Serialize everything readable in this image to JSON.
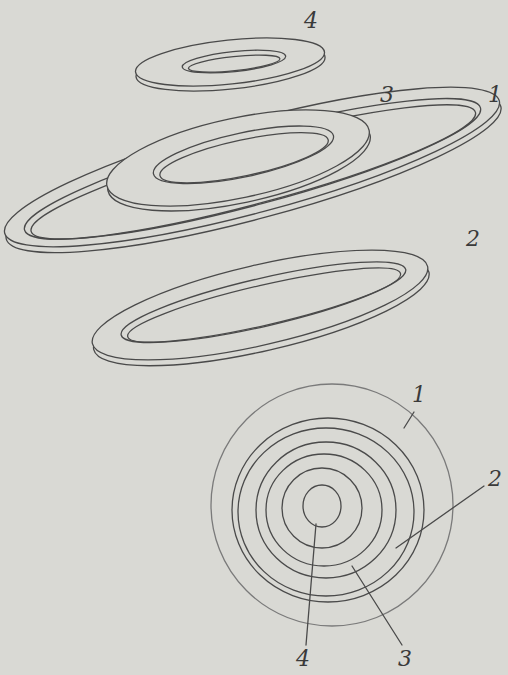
{
  "diagram": {
    "labels": [
      "4",
      "1",
      "3",
      "2",
      "1",
      "2",
      "4",
      "3"
    ]
  }
}
